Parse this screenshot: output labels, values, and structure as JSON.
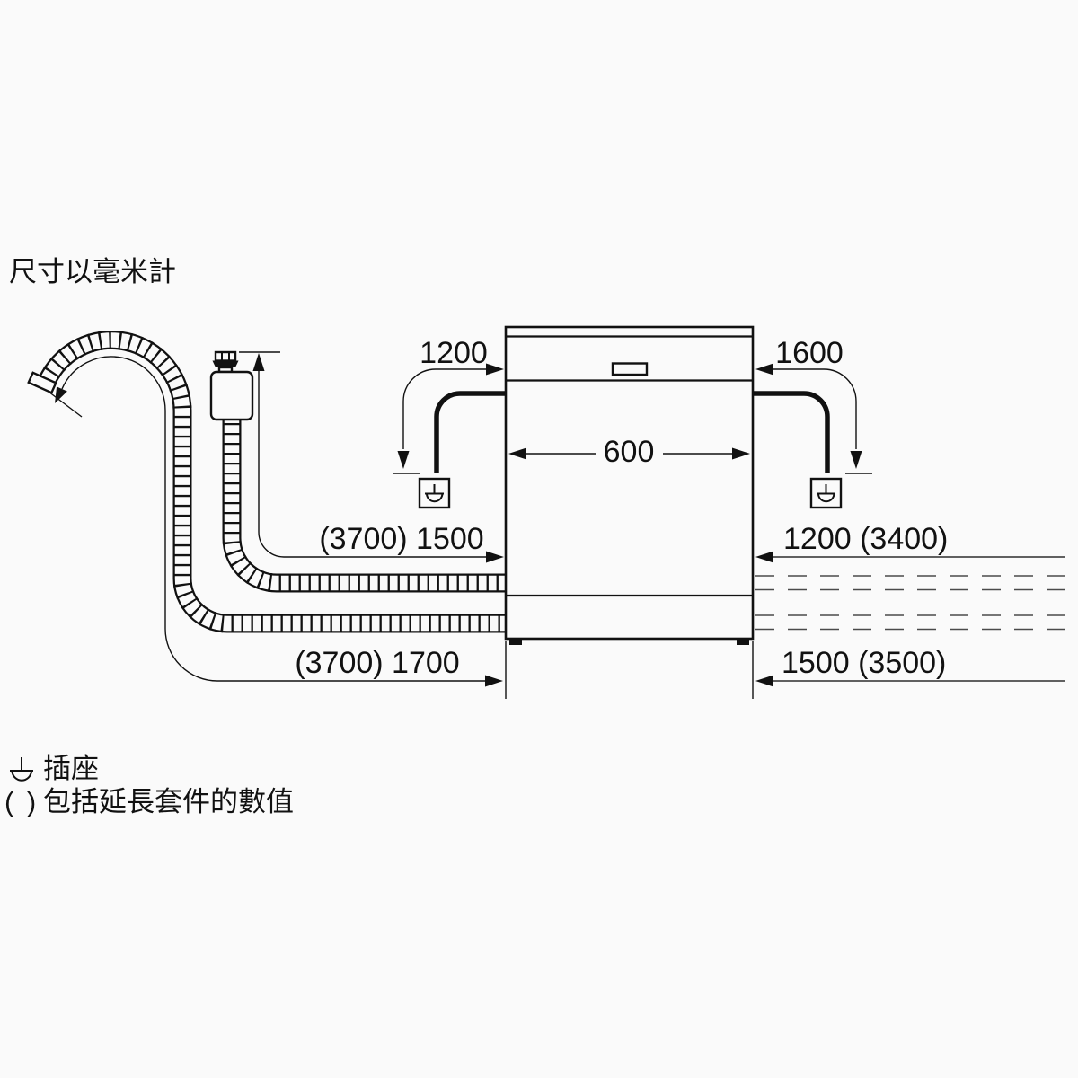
{
  "title": "尺寸以毫米計",
  "dimensions": {
    "power_cord_left": "1200",
    "power_cord_right": "1600",
    "appliance_width": "600",
    "supply_hose_left": "(3700) 1500",
    "supply_hose_right": "1200 (3400)",
    "drain_hose_left": "(3700) 1700",
    "drain_hose_right": "1500 (3500)"
  },
  "legend": {
    "socket_label": "插座",
    "brackets_symbol": "( )",
    "brackets_note": "包括延長套件的數值"
  },
  "colors": {
    "line": "#111111",
    "dashed_line": "#4a4a4a",
    "background": "#fafafa"
  }
}
